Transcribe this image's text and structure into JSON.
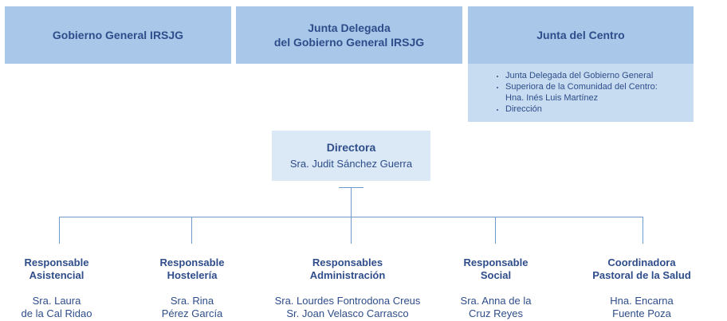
{
  "top_boxes": {
    "gobierno": {
      "lines": [
        "Gobierno General IRSJG"
      ]
    },
    "junta": {
      "lines": [
        "Junta Delegada",
        "del Gobierno General IRSJG"
      ]
    },
    "centro": {
      "lines": [
        "Junta del Centro"
      ],
      "items": [
        "Junta Delegada del Gobierno General",
        "Superiora de la Comunidad del Centro:",
        "Hna. Inés Luis Martínez",
        "Dirección"
      ]
    }
  },
  "directora": {
    "title": "Directora",
    "name": "Sra. Judit Sánchez Guerra"
  },
  "departments": [
    {
      "title": [
        "Responsable",
        "Asistencial"
      ],
      "names": [
        "Sra. Laura",
        "de la Cal Ridao"
      ]
    },
    {
      "title": [
        "Responsable",
        "Hostelería"
      ],
      "names": [
        "Sra. Rina",
        "Pérez García"
      ]
    },
    {
      "title": [
        "Responsables",
        "Administración"
      ],
      "names": [
        "Sra. Lourdes Fontrodona Creus",
        "Sr. Joan Velasco Carrasco"
      ]
    },
    {
      "title": [
        "Responsable",
        "Social"
      ],
      "names": [
        "Sra. Anna de la",
        "Cruz Reyes"
      ]
    },
    {
      "title": [
        "Coordinadora",
        "Pastoral de la Salud"
      ],
      "names": [
        "Hna. Encarna",
        "Fuente Poza"
      ]
    }
  ]
}
